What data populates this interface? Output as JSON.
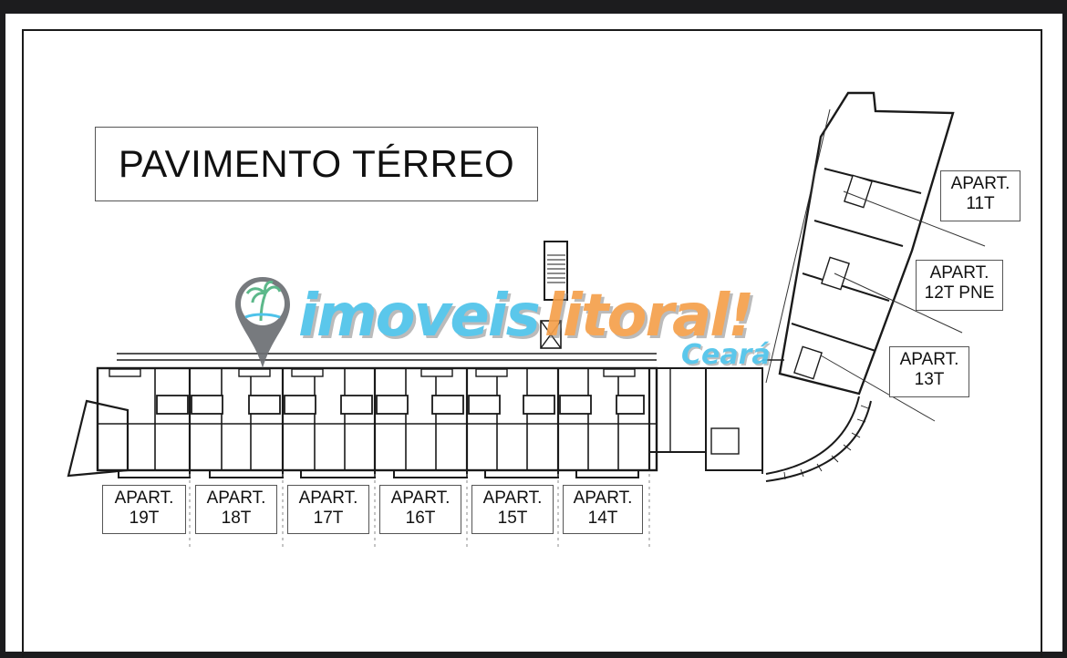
{
  "drawing": {
    "title": "PAVIMENTO TÉRREO",
    "units_bottom": [
      {
        "line1": "APART.",
        "line2": "19T"
      },
      {
        "line1": "APART.",
        "line2": "18T"
      },
      {
        "line1": "APART.",
        "line2": "17T"
      },
      {
        "line1": "APART.",
        "line2": "16T"
      },
      {
        "line1": "APART.",
        "line2": "15T"
      },
      {
        "line1": "APART.",
        "line2": "14T"
      }
    ],
    "units_right": [
      {
        "line1": "APART.",
        "line2": "11T"
      },
      {
        "line1": "APART.",
        "line2": "12T PNE"
      },
      {
        "line1": "APART.",
        "line2": "13T"
      }
    ]
  },
  "watermark": {
    "word1": "imoveis",
    "word2": "litoral!",
    "subtitle": "Ceará",
    "icon": "map-pin-palm-tree-icon",
    "colors": {
      "blue": "#4ec3ea",
      "orange": "#f5a04b",
      "pin": "#6b6f73"
    }
  },
  "colors": {
    "background": "#1c1c1e",
    "sheet": "#ffffff",
    "line": "#1a1a1a"
  }
}
